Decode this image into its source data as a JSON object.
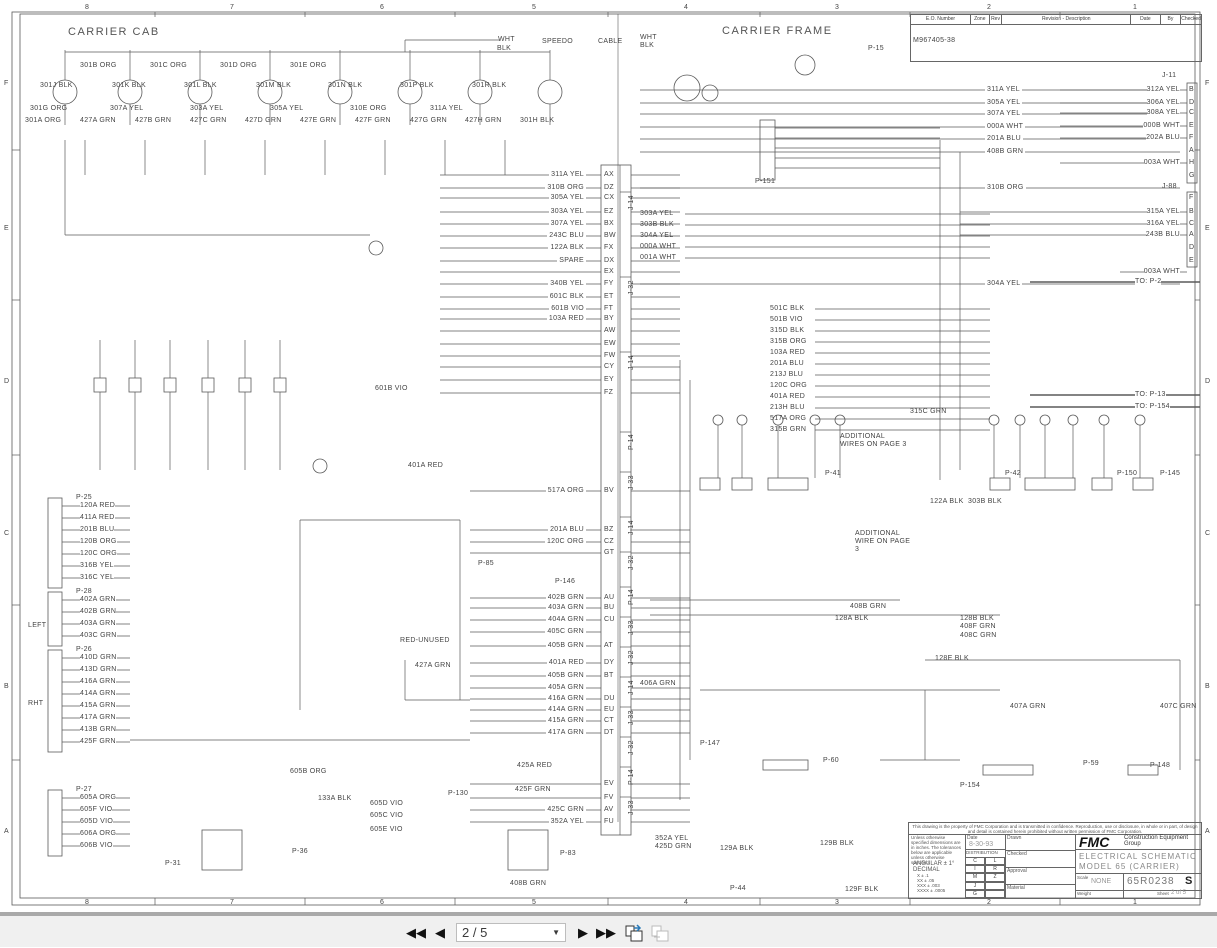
{
  "viewer": {
    "page_indicator": "2 / 5",
    "buttons": {
      "first": "first-page-icon",
      "prev": "previous-page-icon",
      "next": "next-page-icon",
      "last": "last-page-icon",
      "fit": "fit-page-icon",
      "compare": "compare-pages-icon"
    }
  },
  "drawing": {
    "zones_top": [
      "8",
      "7",
      "6",
      "5",
      "4",
      "3",
      "2",
      "1"
    ],
    "zones_side": [
      "F",
      "E",
      "D",
      "C",
      "B",
      "A"
    ],
    "sections": {
      "cab": "CARRIER CAB",
      "frame": "CARRIER FRAME"
    },
    "speedo": {
      "wht_left": "WHT",
      "blk_left": "BLK",
      "speedo": "SPEEDO",
      "cable": "CABLE",
      "wht_right": "WHT",
      "blk_right": "BLK"
    },
    "cab_lamps": [
      "301B ORG",
      "301C ORG",
      "301D ORG",
      "301E ORG",
      "301J BLK",
      "301K BLK",
      "301L BLK",
      "301M BLK",
      "301N BLK",
      "301P BLK",
      "301R BLK",
      "301A ORG",
      "427A GRN",
      "427B GRN",
      "427C GRN",
      "427D GRN",
      "427E GRN",
      "427F GRN",
      "427G GRN",
      "427H GRN",
      "301H BLK",
      "301G ORG",
      "307A YEL",
      "303A YEL",
      "305A YEL",
      "310E ORG",
      "311A YEL"
    ],
    "j14_top": [
      {
        "wire": "311A YEL",
        "pin": "AX"
      },
      {
        "wire": "310B ORG",
        "pin": "DZ"
      },
      {
        "wire": "305A YEL",
        "pin": "CX"
      },
      {
        "wire": "303A YEL",
        "pin": "EZ"
      },
      {
        "wire": "307A YEL",
        "pin": "BX"
      },
      {
        "wire": "243C BLU",
        "pin": "BW"
      },
      {
        "wire": "122A BLK",
        "pin": "FX"
      },
      {
        "wire": "SPARE",
        "pin": "DX"
      },
      {
        "wire": "",
        "pin": "EX"
      },
      {
        "wire": "340B YEL",
        "pin": "FY"
      },
      {
        "wire": "601C BLK",
        "pin": "ET"
      },
      {
        "wire": "601B VIO",
        "pin": "FT"
      },
      {
        "wire": "103A RED",
        "pin": "BY"
      },
      {
        "wire": "",
        "pin": "AW"
      },
      {
        "wire": "",
        "pin": "EW"
      },
      {
        "wire": "",
        "pin": "FW"
      },
      {
        "wire": "",
        "pin": "CY"
      },
      {
        "wire": "",
        "pin": "EY"
      },
      {
        "wire": "",
        "pin": "FZ"
      }
    ],
    "j14_bottom": [
      {
        "wire": "517A ORG",
        "pin": "BV"
      },
      {
        "wire": "201A BLU",
        "pin": "BZ"
      },
      {
        "wire": "120C ORG",
        "pin": "CZ"
      },
      {
        "wire": "",
        "pin": "GT"
      },
      {
        "wire": "402B GRN",
        "pin": "AU"
      },
      {
        "wire": "403A GRN",
        "pin": "BU"
      },
      {
        "wire": "404A GRN",
        "pin": "CU"
      },
      {
        "wire": "405C GRN",
        "pin": ""
      },
      {
        "wire": "405B GRN",
        "pin": "AT"
      },
      {
        "wire": "401A RED",
        "pin": "DY"
      },
      {
        "wire": "405B GRN",
        "pin": "BT"
      },
      {
        "wire": "405A GRN",
        "pin": ""
      },
      {
        "wire": "416A GRN",
        "pin": "DU"
      },
      {
        "wire": "414A GRN",
        "pin": "EU"
      },
      {
        "wire": "415A GRN",
        "pin": "CT"
      },
      {
        "wire": "417A GRN",
        "pin": "DT"
      },
      {
        "wire": "",
        "pin": "EV"
      },
      {
        "wire": "",
        "pin": "FV"
      },
      {
        "wire": "425C GRN",
        "pin": "AV"
      },
      {
        "wire": "352A YEL",
        "pin": "FU"
      }
    ],
    "connector_tags": [
      "J-14",
      "J-32",
      "J-14",
      "P-14",
      "J-33",
      "J-14",
      "J-32",
      "P-14",
      "J-33",
      "J-32",
      "J-14",
      "J-33",
      "J-32",
      "P-14",
      "J-33"
    ],
    "frame_right_wires": [
      {
        "wire": "303A YEL"
      },
      {
        "wire": "303B BLK"
      },
      {
        "wire": "304A YEL"
      },
      {
        "wire": "000A WHT"
      },
      {
        "wire": "001A WHT"
      },
      {
        "wire": "501C BLK"
      },
      {
        "wire": "501B VIO"
      },
      {
        "wire": "315D BLK"
      },
      {
        "wire": "315B ORG"
      },
      {
        "wire": "103A RED"
      },
      {
        "wire": "201A BLU"
      },
      {
        "wire": "213J BLU"
      },
      {
        "wire": "120C ORG"
      },
      {
        "wire": "401A RED"
      },
      {
        "wire": "213H BLU"
      },
      {
        "wire": "517A ORG"
      },
      {
        "wire": "315B GRN"
      }
    ],
    "page_right_wires": [
      {
        "wire": "311A YEL"
      },
      {
        "wire": "305A YEL"
      },
      {
        "wire": "307A YEL"
      },
      {
        "wire": "000A WHT"
      },
      {
        "wire": "201A BLU"
      },
      {
        "wire": "408B GRN"
      },
      {
        "wire": "310B ORG"
      },
      {
        "wire": "304A YEL"
      }
    ],
    "j11": {
      "name": "J-11",
      "pins": [
        {
          "pin": "B",
          "wire": "312A YEL"
        },
        {
          "pin": "D",
          "wire": "306A YEL"
        },
        {
          "pin": "C",
          "wire": "308A YEL"
        },
        {
          "pin": "E",
          "wire": "000B WHT"
        },
        {
          "pin": "F",
          "wire": "202A BLU"
        },
        {
          "pin": "A",
          "wire": ""
        },
        {
          "pin": "H",
          "wire": "003A WHT"
        },
        {
          "pin": "G",
          "wire": ""
        }
      ]
    },
    "j88": {
      "name": "J-88",
      "pins": [
        {
          "pin": "F",
          "wire": ""
        },
        {
          "pin": "B",
          "wire": "315A YEL"
        },
        {
          "pin": "C",
          "wire": "316A YEL"
        },
        {
          "pin": "A",
          "wire": "243B BLU"
        },
        {
          "pin": "D",
          "wire": ""
        },
        {
          "pin": "E",
          "wire": ""
        }
      ],
      "bottom_wire": "003A WHT"
    },
    "to_labels": [
      "TO: P-2",
      "TO: P-13",
      "TO: P-154"
    ],
    "left_connectors": [
      {
        "name": "P-25",
        "wires": [
          "120A RED",
          "411A RED",
          "201B BLU",
          "120B ORG",
          "120C ORG",
          "316B YEL",
          "316C YEL"
        ]
      },
      {
        "name": "P-28",
        "wires": [
          "402A GRN",
          "402B GRN",
          "403A GRN",
          "403C GRN"
        ]
      },
      {
        "name": "P-26",
        "wires": [
          "410D GRN",
          "413D GRN",
          "416A GRN",
          "414A GRN",
          "415A GRN",
          "417A GRN",
          "413B GRN",
          "425F GRN"
        ]
      },
      {
        "name": "P-27",
        "wires": [
          "605A ORG",
          "605F VIO",
          "605D VIO",
          "606A ORG",
          "606B VIO"
        ]
      }
    ],
    "misc_labels": [
      "LEFT",
      "RHT",
      "P-85",
      "P-146",
      "P-130",
      "P-36",
      "P-83",
      "P-147",
      "P-60",
      "P-154",
      "P-59",
      "P-148",
      "P-44",
      "P-151",
      "P-15",
      "P-41",
      "P-42",
      "P-150",
      "P-145",
      "P-31",
      "605B ORG",
      "133A BLK",
      "605D VIO",
      "605E VIO",
      "605C VIO",
      "425A RED",
      "425F GRN",
      "406A GRN",
      "408B GRN",
      "128A BLK",
      "128B BLK",
      "408F GRN",
      "408C GRN",
      "128E BLK",
      "407A GRN",
      "407C GRN",
      "129A BLK",
      "129B BLK",
      "352A YEL",
      "425D GRN",
      "129F BLK",
      "RED-UNUSED",
      "427A GRN",
      "401A RED",
      "601B VIO",
      "315C GRN",
      "122A BLK",
      "303B BLK",
      "408B GRN"
    ],
    "notes": [
      "ADDITIONAL WIRES ON PAGE 3",
      "ADDITIONAL WIRE ON PAGE 3"
    ],
    "revision_block": {
      "headers": [
        "E.O. Number",
        "Zone",
        "Rev",
        "Revision - Description",
        "Date",
        "By",
        "Checked"
      ],
      "eo_number": "M967405-38"
    },
    "title_block": {
      "property_note": "This drawing is the property of FMC Corporation and is transmitted in confidence. Reproduction, use or disclosure, in whole or in part, of design and detail is contained herein prohibited without written permission of FMC Corporation.",
      "tolerance_note": "Unless otherwise specified dimensions are in inches. The tolerances below are applicable unless otherwise specified.",
      "angular": "ANGULAR ± 1°",
      "decimal": "DECIMAL",
      "tolerances": [
        "X ± .1",
        "XX ± .05",
        "XXX ± .003",
        "XXXX ± .0005"
      ],
      "date_label": "Date",
      "date": "8-30-93",
      "distribution_label": "DISTRIBUTION",
      "distribution_codes": [
        "C",
        "L",
        "I",
        "R",
        "M",
        "Z",
        "J",
        "",
        "G",
        ""
      ],
      "drawn_label": "Drawn",
      "checked_label": "Checked",
      "approval_label": "Approval",
      "material_label": "Material",
      "logo": "FMC",
      "company": "Construction Equipment Group",
      "title_line1": "ELECTRICAL SCHEMATIC",
      "title_line2": "MODEL 65 (CARRIER)",
      "scale_label": "Scale",
      "scale": "NONE",
      "drawing_number": "65R0238",
      "drawing_suffix": "S",
      "weight_label": "Weight",
      "sheet_label": "Sheet",
      "sheet": "2 of 5"
    },
    "colors": {
      "line": "#5a5a5a",
      "paper": "#ffffff",
      "toolbar": "#f0f0f0"
    }
  }
}
